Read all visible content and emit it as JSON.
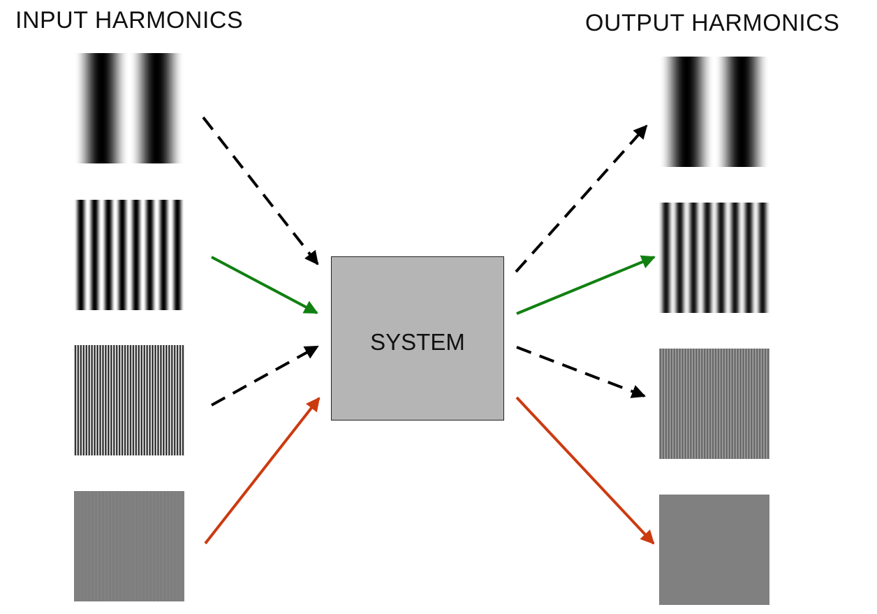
{
  "labels": {
    "input_title": "INPUT HARMONICS",
    "output_title": "OUTPUT HARMONICS",
    "system": "SYSTEM"
  },
  "colors": {
    "background": "#ffffff",
    "system_fill": "#b5b5b5",
    "arrow_black": "#000000",
    "arrow_green": "#118011",
    "arrow_red": "#cc3a10"
  },
  "input_gratings": [
    {
      "name": "grating-input-1",
      "cycles": 2,
      "contrast": 1.0
    },
    {
      "name": "grating-input-2",
      "cycles": 8,
      "contrast": 1.0
    },
    {
      "name": "grating-input-3",
      "cycles": 40,
      "contrast": 1.0
    },
    {
      "name": "grating-input-4",
      "cycles": 80,
      "contrast": 0.3
    }
  ],
  "output_gratings": [
    {
      "name": "grating-output-1",
      "cycles": 2,
      "contrast": 1.0
    },
    {
      "name": "grating-output-2",
      "cycles": 8,
      "contrast": 0.85
    },
    {
      "name": "grating-output-3",
      "cycles": 40,
      "contrast": 0.3
    },
    {
      "name": "grating-output-4",
      "cycles": 80,
      "contrast": 0.0
    }
  ],
  "arrows": [
    {
      "name": "arrow-input-1",
      "style": "dashed",
      "color": "arrow_black"
    },
    {
      "name": "arrow-input-2",
      "style": "solid",
      "color": "arrow_green"
    },
    {
      "name": "arrow-input-3",
      "style": "dashed",
      "color": "arrow_black"
    },
    {
      "name": "arrow-input-4",
      "style": "solid",
      "color": "arrow_red"
    },
    {
      "name": "arrow-output-1",
      "style": "dashed",
      "color": "arrow_black"
    },
    {
      "name": "arrow-output-2",
      "style": "solid",
      "color": "arrow_green"
    },
    {
      "name": "arrow-output-3",
      "style": "dashed",
      "color": "arrow_black"
    },
    {
      "name": "arrow-output-4",
      "style": "solid",
      "color": "arrow_red"
    }
  ]
}
